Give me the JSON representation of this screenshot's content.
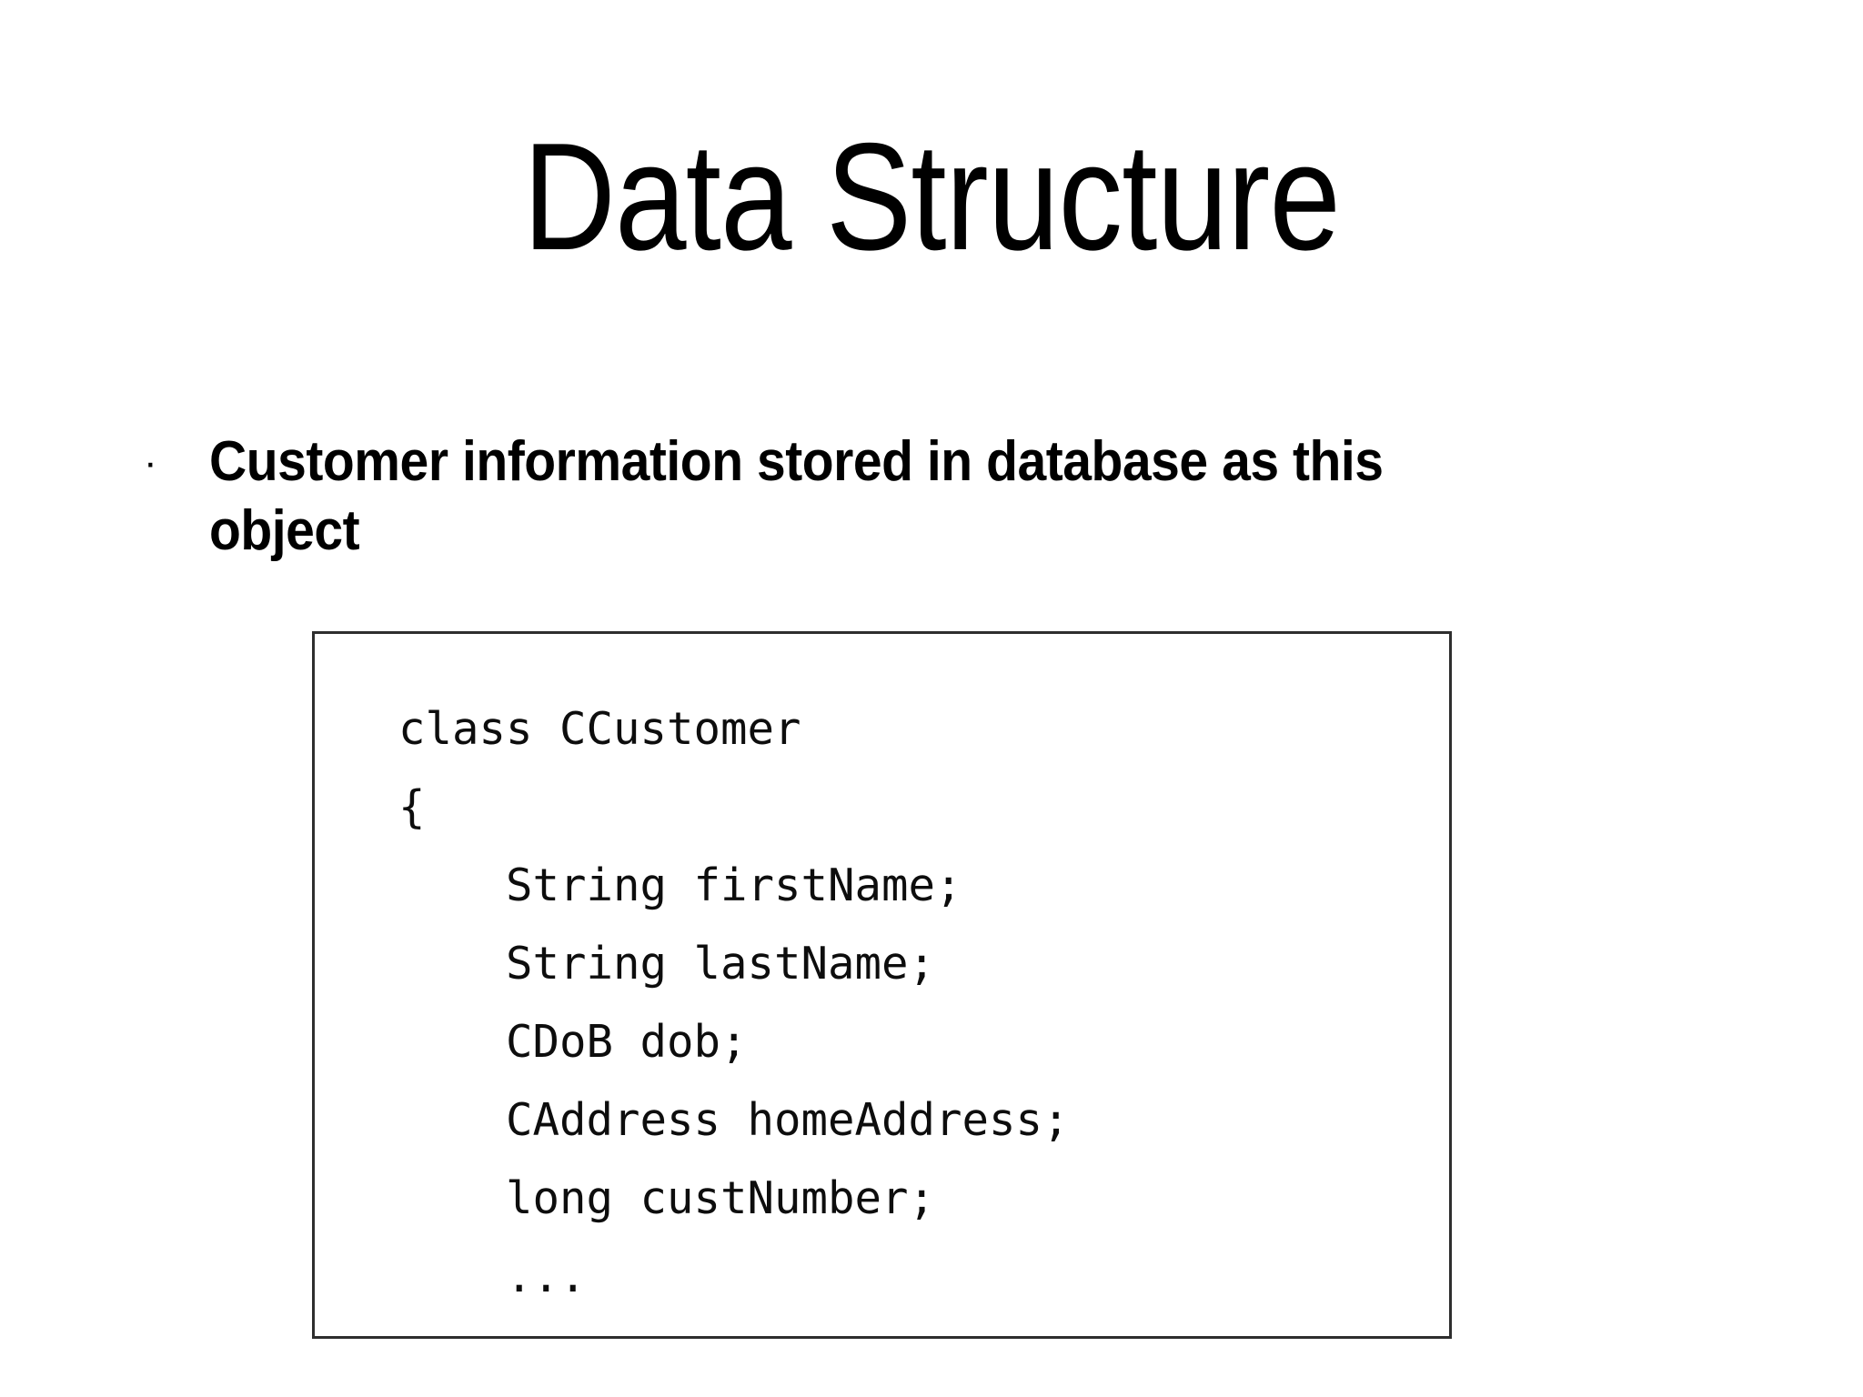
{
  "slide": {
    "title": "Data Structure",
    "background_color": "#ffffff",
    "text_color": "#000000"
  },
  "bullets": [
    {
      "marker": "·",
      "text": "Customer information stored in database as this object"
    }
  ],
  "code_box": {
    "border_color": "#2e2e2e",
    "background_color": "#ffffff",
    "language": "java",
    "lines": [
      "class CCustomer",
      "{",
      "    String firstName;",
      "    String lastName;",
      "    CDoB dob;",
      "    CAddress homeAddress;",
      "    long custNumber;",
      "    ..."
    ]
  }
}
